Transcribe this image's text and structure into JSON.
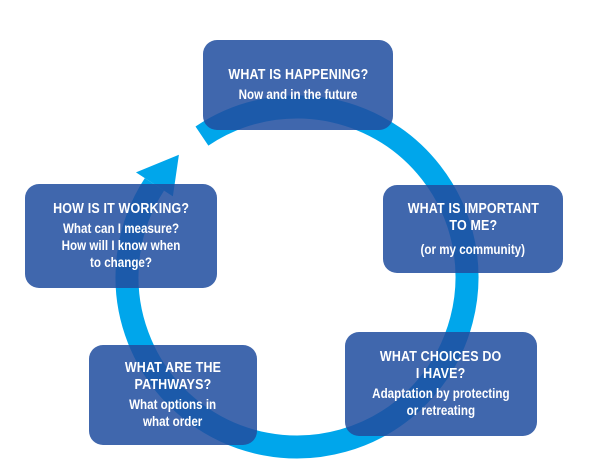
{
  "diagram": {
    "type": "cycle",
    "ring_color": "#00a6eb",
    "box_color": "#214ea0",
    "text_color": "#ffffff",
    "steps": [
      {
        "id": "happening",
        "title_lines": [
          "WHAT IS HAPPENING?"
        ],
        "sub_lines": [
          "Now and in the future"
        ]
      },
      {
        "id": "important",
        "title_lines": [
          "WHAT IS IMPORTANT",
          "TO ME?"
        ],
        "sub_lines": [
          "(or my community)"
        ]
      },
      {
        "id": "choices",
        "title_lines": [
          "WHAT CHOICES DO",
          "I HAVE?"
        ],
        "sub_lines": [
          "Adaptation by protecting",
          "or retreating"
        ]
      },
      {
        "id": "pathways",
        "title_lines": [
          "WHAT ARE THE",
          "PATHWAYS?"
        ],
        "sub_lines": [
          "What options in",
          "what order"
        ]
      },
      {
        "id": "working",
        "title_lines": [
          "HOW IS IT WORKING?"
        ],
        "sub_lines": [
          "What can I measure?",
          "How will I know when",
          "to change?"
        ]
      }
    ]
  }
}
